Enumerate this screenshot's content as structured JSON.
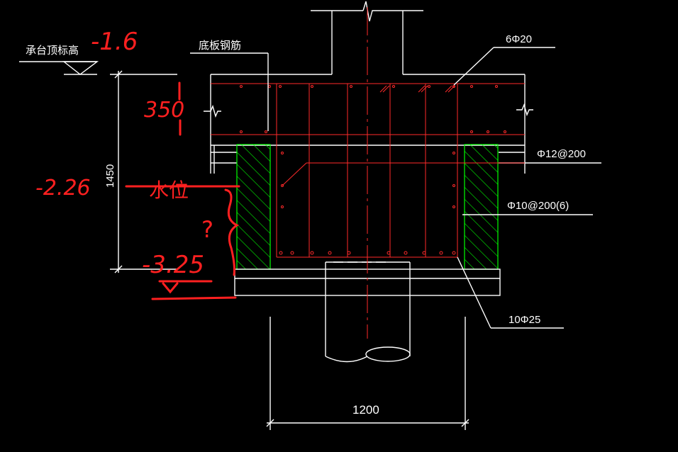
{
  "labels": {
    "cap_top_elevation": "承台顶标高",
    "bottom_slab_rebar": "底板钢筋",
    "top_rebar": "6Φ20",
    "stirrup_12": "Φ12@200",
    "stirrup_10": "Φ10@200(6)",
    "bottom_rebar": "10Φ25",
    "dim_width": "1200",
    "dim_height": "1450"
  },
  "handwritten": {
    "elev_top": "-1.6",
    "slab_thickness": "350",
    "water_level_value": "-2.26",
    "water_level_label": "水位",
    "question": "?",
    "elev_bottom": "-3.25"
  },
  "colors": {
    "background": "#000000",
    "lines": "#ffffff",
    "rebar": "#ff2a2a",
    "hatch": "#00ff00",
    "handwriting": "#ff2020"
  }
}
